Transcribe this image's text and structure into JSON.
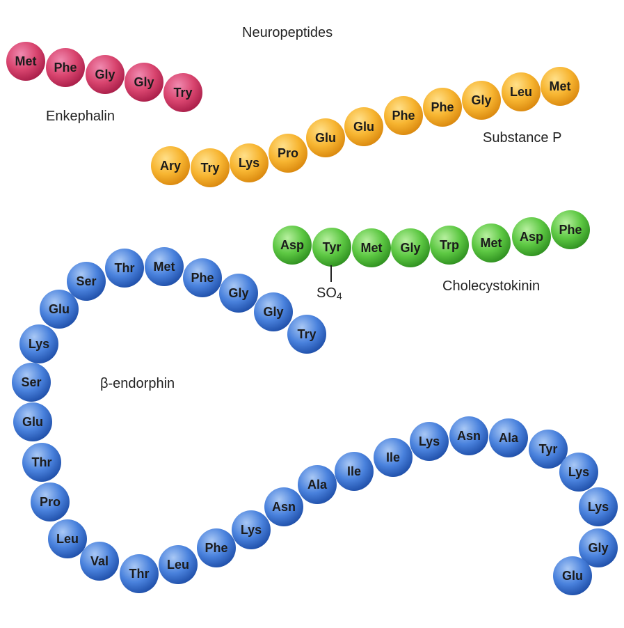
{
  "title": "Neuropeptides",
  "colors": {
    "enkephalin": {
      "light": "#f08ab0",
      "mid": "#d9456f",
      "dark": "#a81d48"
    },
    "substance_p": {
      "light": "#ffe08a",
      "mid": "#f7b531",
      "dark": "#d9870d"
    },
    "cholecystokinin": {
      "light": "#b8f0a0",
      "mid": "#5dc843",
      "dark": "#2e8f1f"
    },
    "beta_endorphin": {
      "light": "#a9c8f5",
      "mid": "#4a82dd",
      "dark": "#1e4ea8"
    }
  },
  "peptides": {
    "enkephalin": {
      "name": "Enkephalin",
      "residues": [
        "Met",
        "Phe",
        "Gly",
        "Gly",
        "Try"
      ]
    },
    "substance_p": {
      "name": "Substance P",
      "residues": [
        "Ary",
        "Try",
        "Lys",
        "Pro",
        "Glu",
        "Glu",
        "Phe",
        "Phe",
        "Gly",
        "Leu",
        "Met"
      ]
    },
    "cholecystokinin": {
      "name": "Cholecystokinin",
      "residues": [
        "Asp",
        "Tyr",
        "Met",
        "Gly",
        "Trp",
        "Met",
        "Asp",
        "Phe"
      ],
      "modification": {
        "residue_index": 1,
        "group": "SO",
        "subscript": "4"
      }
    },
    "beta_endorphin": {
      "name": "β-endorphin",
      "residues": [
        "Try",
        "Gly",
        "Gly",
        "Phe",
        "Met",
        "Thr",
        "Ser",
        "Glu",
        "Lys",
        "Ser",
        "Glu",
        "Thr",
        "Pro",
        "Leu",
        "Val",
        "Thr",
        "Leu",
        "Phe",
        "Lys",
        "Asn",
        "Ala",
        "Ile",
        "Ile",
        "Lys",
        "Asn",
        "Ala",
        "Tyr",
        "Lys",
        "Lys",
        "Gly",
        "Glu"
      ]
    }
  }
}
